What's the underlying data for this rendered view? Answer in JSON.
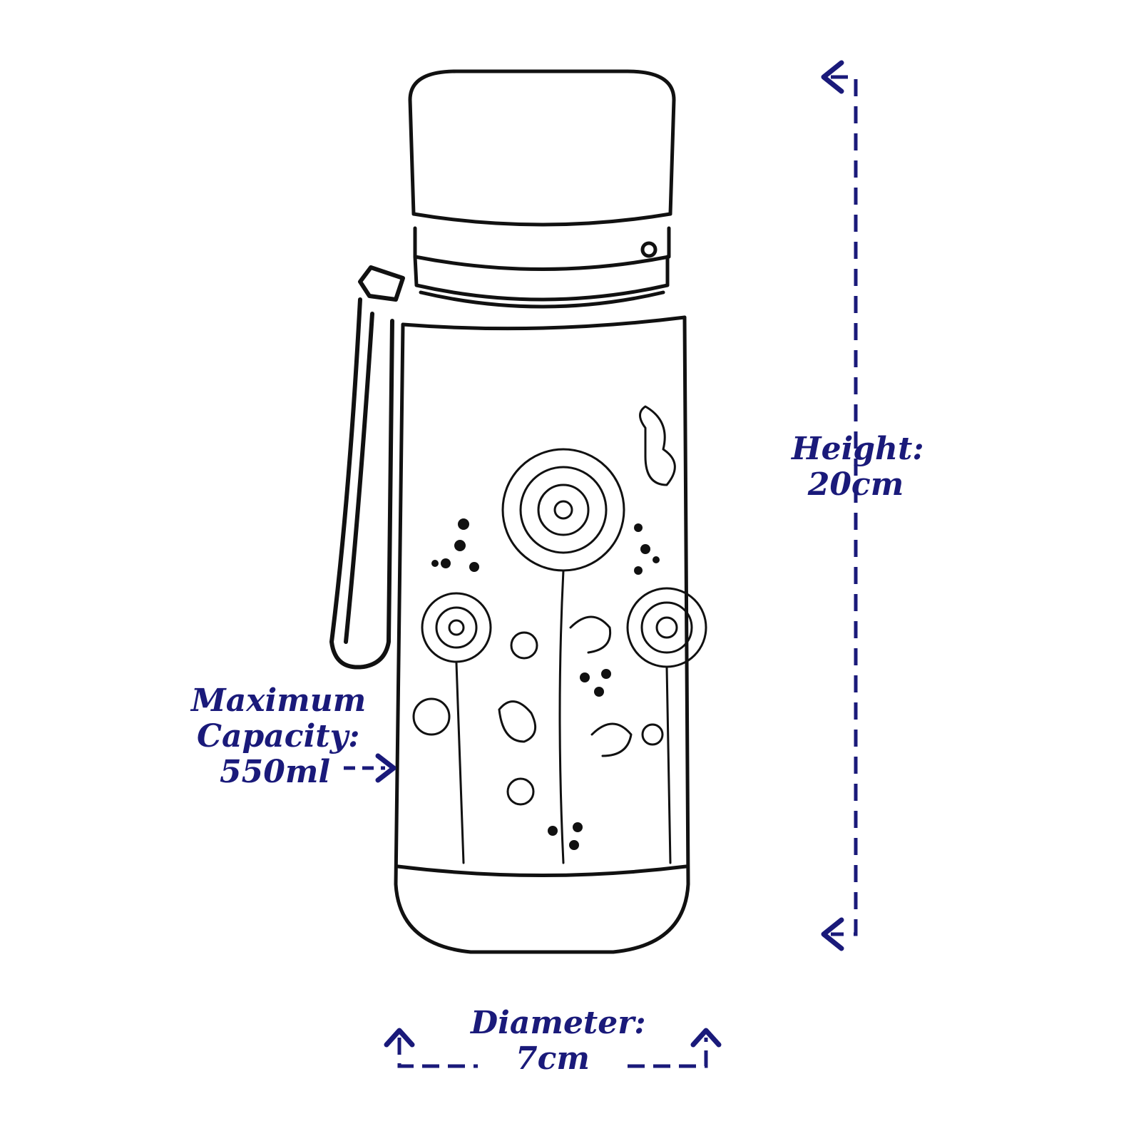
{
  "annotations": {
    "height": {
      "line1": "Height:",
      "line2": "20cm"
    },
    "capacity": {
      "line1": "Maximum",
      "line2": "Capacity:",
      "line3": "550ml"
    },
    "diameter": {
      "line1": "Diameter:",
      "line2": "7cm"
    }
  },
  "colors": {
    "annotation": "#1a1a7a",
    "drawing": "#111111",
    "background": "#ffffff"
  },
  "icons": [
    "arrow-left-icon",
    "arrow-right-icon",
    "arrow-up-icon"
  ]
}
